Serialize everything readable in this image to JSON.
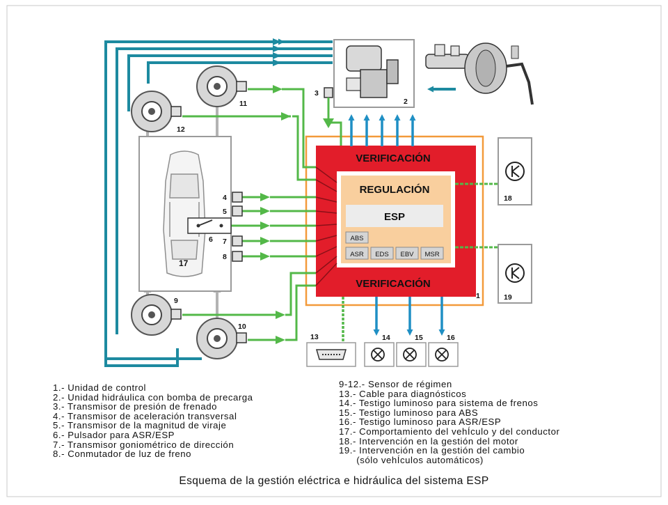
{
  "diagram": {
    "box_verification_top": "VERIFICACIÓN",
    "box_verification_bottom": "VERIFICACIÓN",
    "box_regulation": "REGULACIÓN",
    "box_esp": "ESP",
    "module_abs": "ABS",
    "module_asr": "ASR",
    "module_eds": "EDS",
    "module_ebv": "EBV",
    "module_msr": "MSR",
    "num_1": "1",
    "num_2": "2",
    "num_3": "3",
    "num_4": "4",
    "num_5": "5",
    "num_6": "6",
    "num_7": "7",
    "num_8": "8",
    "num_9": "9",
    "num_10": "10",
    "num_11": "11",
    "num_12": "12",
    "num_13": "13",
    "num_14": "14",
    "num_15": "15",
    "num_16": "16",
    "num_17": "17",
    "num_18": "18",
    "num_19": "19"
  },
  "legend_left": [
    "1.- Unidad de control",
    "2.- Unidad hidráulica con bomba de precarga",
    "3.- Transmisor de presión de frenado",
    "4.- Transmisor de aceleración transversal",
    "5.- Transmisor de la magnitud de viraje",
    "6.- Pulsador para ASR/ESP",
    "7.- Transmisor goniométrico de dirección",
    "8.- Conmutador de luz de freno"
  ],
  "legend_right": [
    "9-12.-  Sensor de régimen",
    "13.- Cable para diagnósticos",
    "14.- Testigo luminoso para sistema de frenos",
    "15.- Testigo luminoso para ABS",
    "16.- Testigo luminoso para ASR/ESP",
    "17.- Comportamiento del vehÍculo y del conductor",
    "18.- Intervención en la gestión del motor",
    "19.- Intervención en la gestión del cambio",
    "      (sólo vehÍculos automáticos)"
  ],
  "caption": "Esquema de la gestión eléctrica e hidráulica del sistema ESP",
  "colors": {
    "red": "#e21d2a",
    "orange": "#f39a3a",
    "peach": "#f9cf9e",
    "green": "#53b848",
    "blue": "#1f8fc4",
    "teal": "#1d8aa0",
    "gray": "#b3b3b3"
  }
}
